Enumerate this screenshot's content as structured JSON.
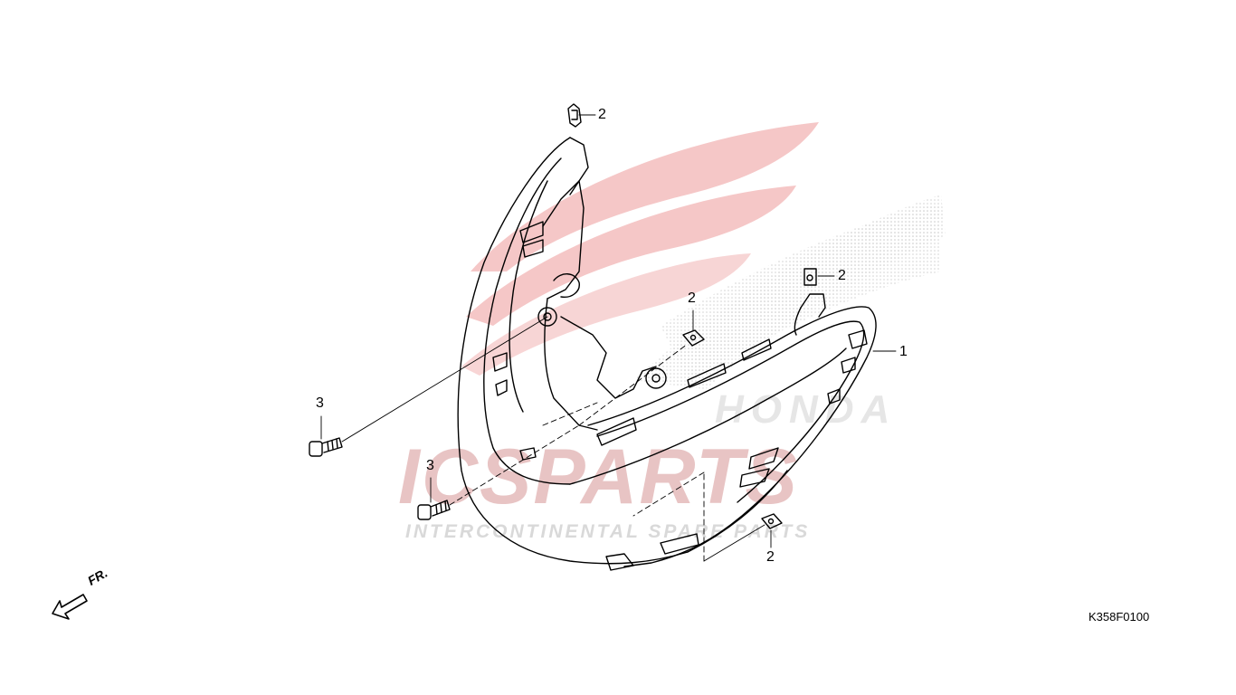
{
  "watermark": {
    "brand_main": "ICSPARTS",
    "brand_tagline": "INTERCONTINENTAL SPARE PARTS",
    "honda_text": "HONDA",
    "wing_color": "#e04040",
    "text_color": "#d9d9d9",
    "logo_icon": "honda-wing-logo"
  },
  "direction_indicator": {
    "label": "FR.",
    "icon": "front-direction-arrow"
  },
  "diagram_code": "K358F0100",
  "callouts": [
    {
      "id": "callout-2-top",
      "number": "2",
      "part": "clip"
    },
    {
      "id": "callout-2-upper-right",
      "number": "2",
      "part": "clip"
    },
    {
      "id": "callout-2-middle",
      "number": "2",
      "part": "clip"
    },
    {
      "id": "callout-1",
      "number": "1",
      "part": "front cover"
    },
    {
      "id": "callout-3-left",
      "number": "3",
      "part": "screw"
    },
    {
      "id": "callout-3-lower",
      "number": "3",
      "part": "screw"
    },
    {
      "id": "callout-2-bottom",
      "number": "2",
      "part": "clip"
    }
  ]
}
